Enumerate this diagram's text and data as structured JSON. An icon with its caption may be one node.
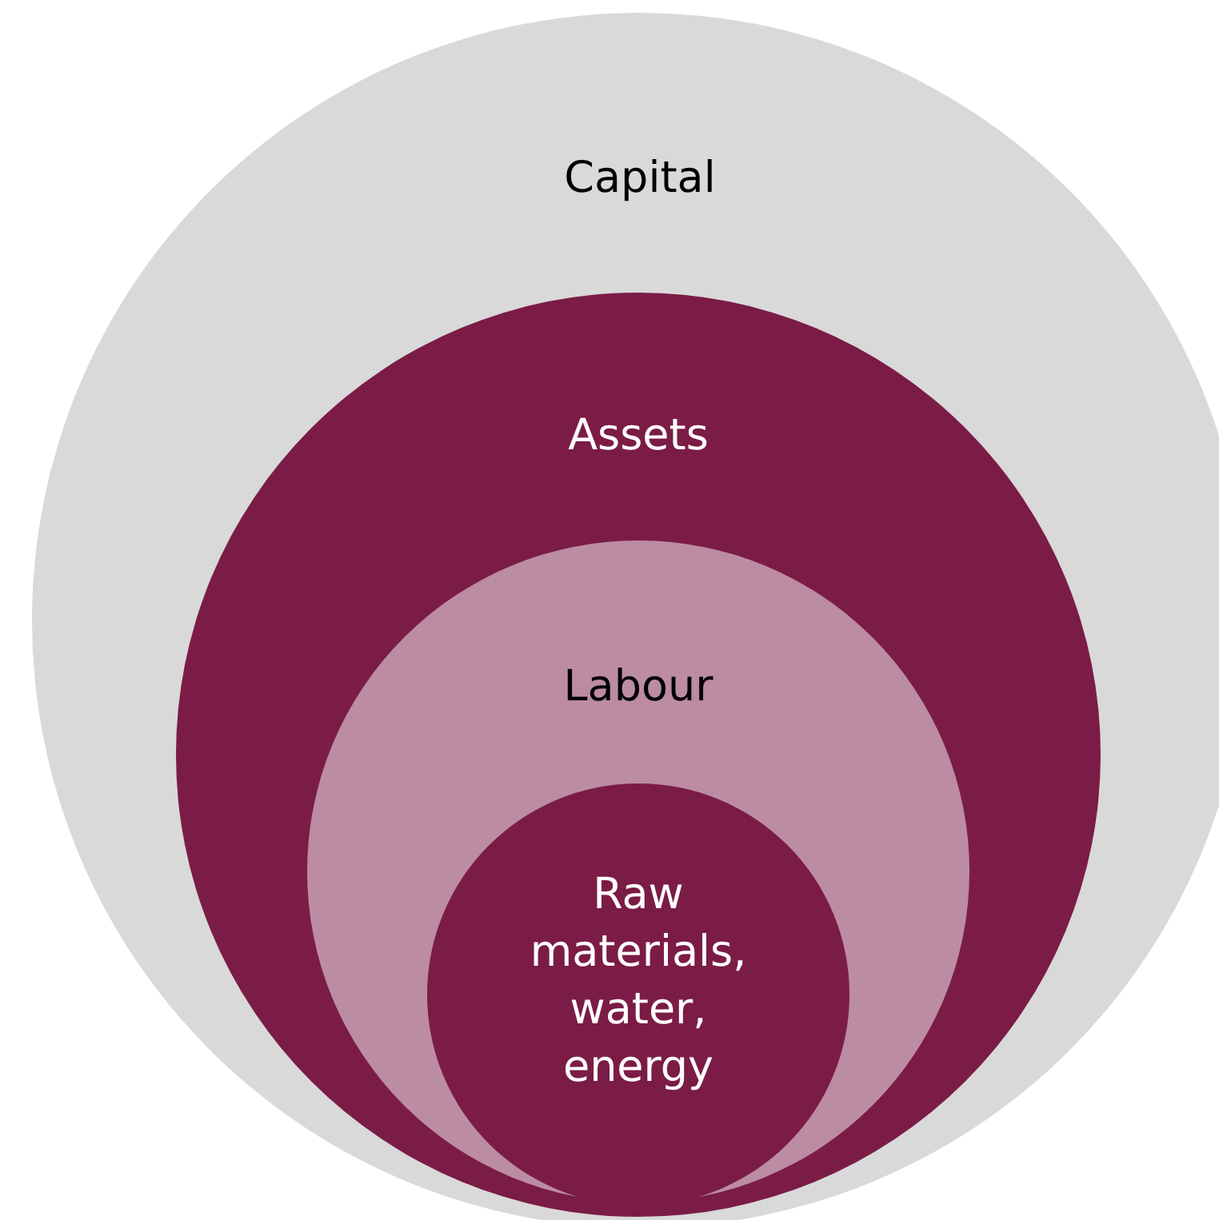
{
  "diagram": {
    "nodes": [
      {
        "text": [
          "Capital"
        ]
      },
      {
        "text": [
          "Assets"
        ],
        "in": 0
      },
      {
        "text": [
          "Labour"
        ],
        "in": 1
      },
      {
        "text": [
          "Raw materials, water, energy"
        ],
        "in": 2
      }
    ]
  }
}
